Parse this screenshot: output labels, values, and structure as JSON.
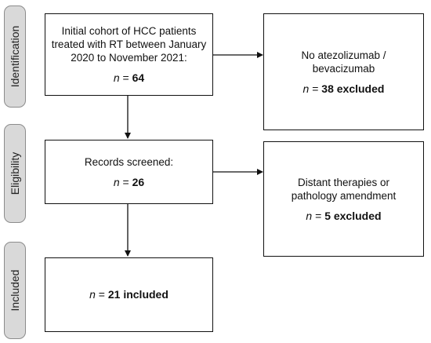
{
  "stages": [
    {
      "label": "Identification"
    },
    {
      "label": "Eligibility"
    },
    {
      "label": "Included"
    }
  ],
  "boxes": {
    "initial": {
      "lines": [
        "Initial cohort of HCC patients",
        "treated with RT between January",
        "2020 to November 2021:"
      ],
      "n_symbol": "n",
      "count_text": " = ",
      "count_value": "64"
    },
    "excluded_1": {
      "lines": [
        "No atezolizumab /",
        "bevacizumab"
      ],
      "n_symbol": "n",
      "count_text": " = ",
      "count_value": "38 excluded"
    },
    "screened": {
      "lines": [
        "Records screened:"
      ],
      "n_symbol": "n",
      "count_text": " = ",
      "count_value": "26"
    },
    "excluded_2": {
      "lines": [
        "Distant therapies or",
        "pathology amendment"
      ],
      "n_symbol": "n",
      "count_text": " = ",
      "count_value": "5 excluded"
    },
    "included": {
      "lines": [],
      "n_symbol": "n",
      "count_text": " = ",
      "count_value": "21 included"
    }
  }
}
